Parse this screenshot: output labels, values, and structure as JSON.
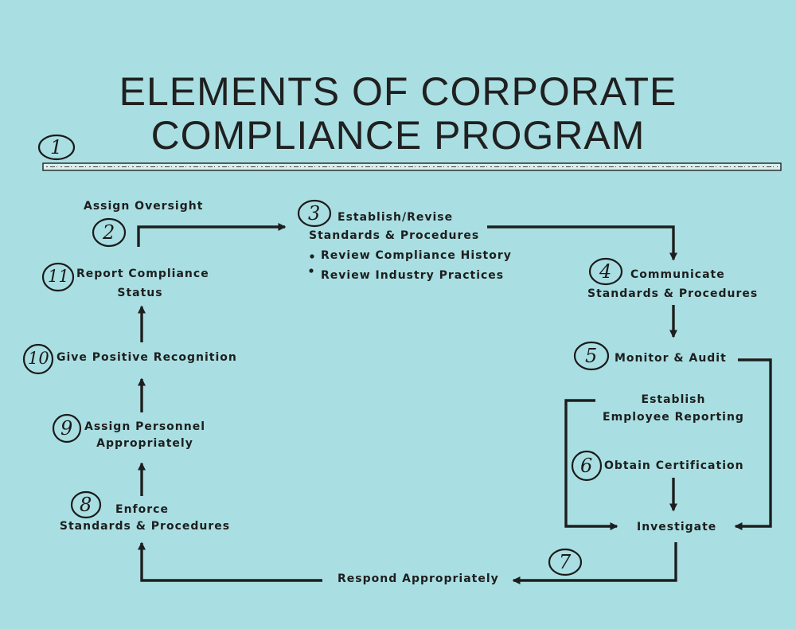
{
  "title": {
    "line1": "ELEMENTS OF CORPORATE",
    "line2": "COMPLIANCE PROGRAM"
  },
  "steps": {
    "s1": {
      "number": "1"
    },
    "s2": {
      "number": "2",
      "label": "Assign Oversight"
    },
    "s3": {
      "number": "3",
      "label_line1": "Establish/Revise",
      "label_line2": "Standards & Procedures",
      "bullets": [
        "Review Compliance History",
        "Review Industry Practices"
      ]
    },
    "s4": {
      "number": "4",
      "label_line1": "Communicate",
      "label_line2": "Standards & Procedures"
    },
    "s5": {
      "number": "5",
      "label": "Monitor & Audit"
    },
    "s6": {
      "number": "6",
      "reporting_line1": "Establish",
      "reporting_line2": "Employee Reporting",
      "certification": "Obtain Certification",
      "investigate": "Investigate"
    },
    "s7": {
      "number": "7",
      "label": "Respond Appropriately"
    },
    "s8": {
      "number": "8",
      "label_line1": "Enforce",
      "label_line2": "Standards & Procedures"
    },
    "s9": {
      "number": "9",
      "label_line1": "Assign Personnel",
      "label_line2": "Appropriately"
    },
    "s10": {
      "number": "10",
      "label": "Give Positive Recognition"
    },
    "s11": {
      "number": "11",
      "label_line1": "Report Compliance",
      "label_line2": "Status"
    }
  },
  "colors": {
    "background": "#a9dfe2",
    "ink": "#1e1e1e"
  },
  "connectors": [
    "s2-to-s3",
    "s3-to-s4",
    "s4-to-s5",
    "s5-to-investigate",
    "reporting-to-investigate",
    "certification-to-investigate",
    "investigate-to-s7",
    "s7-to-s8",
    "s8-to-s9",
    "s9-to-s10",
    "s10-to-s11"
  ]
}
